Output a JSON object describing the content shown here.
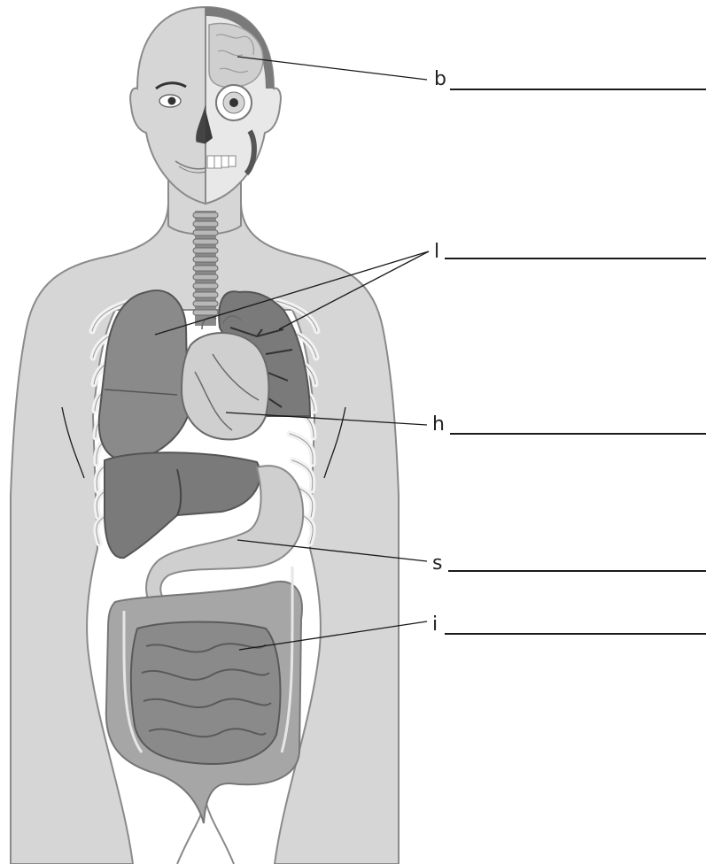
{
  "labels": {
    "brain": "b",
    "lungs": "l",
    "heart": "h",
    "stomach": "s",
    "intestines": "i"
  },
  "colors": {
    "skin": "#d6d6d6",
    "outline": "#8a8a8a",
    "organ_dark": "#7a7a7a",
    "organ_mid": "#a6a6a6",
    "organ_light": "#c4c4c4",
    "bone": "#f2f2f2",
    "line": "#1a1a1a"
  }
}
